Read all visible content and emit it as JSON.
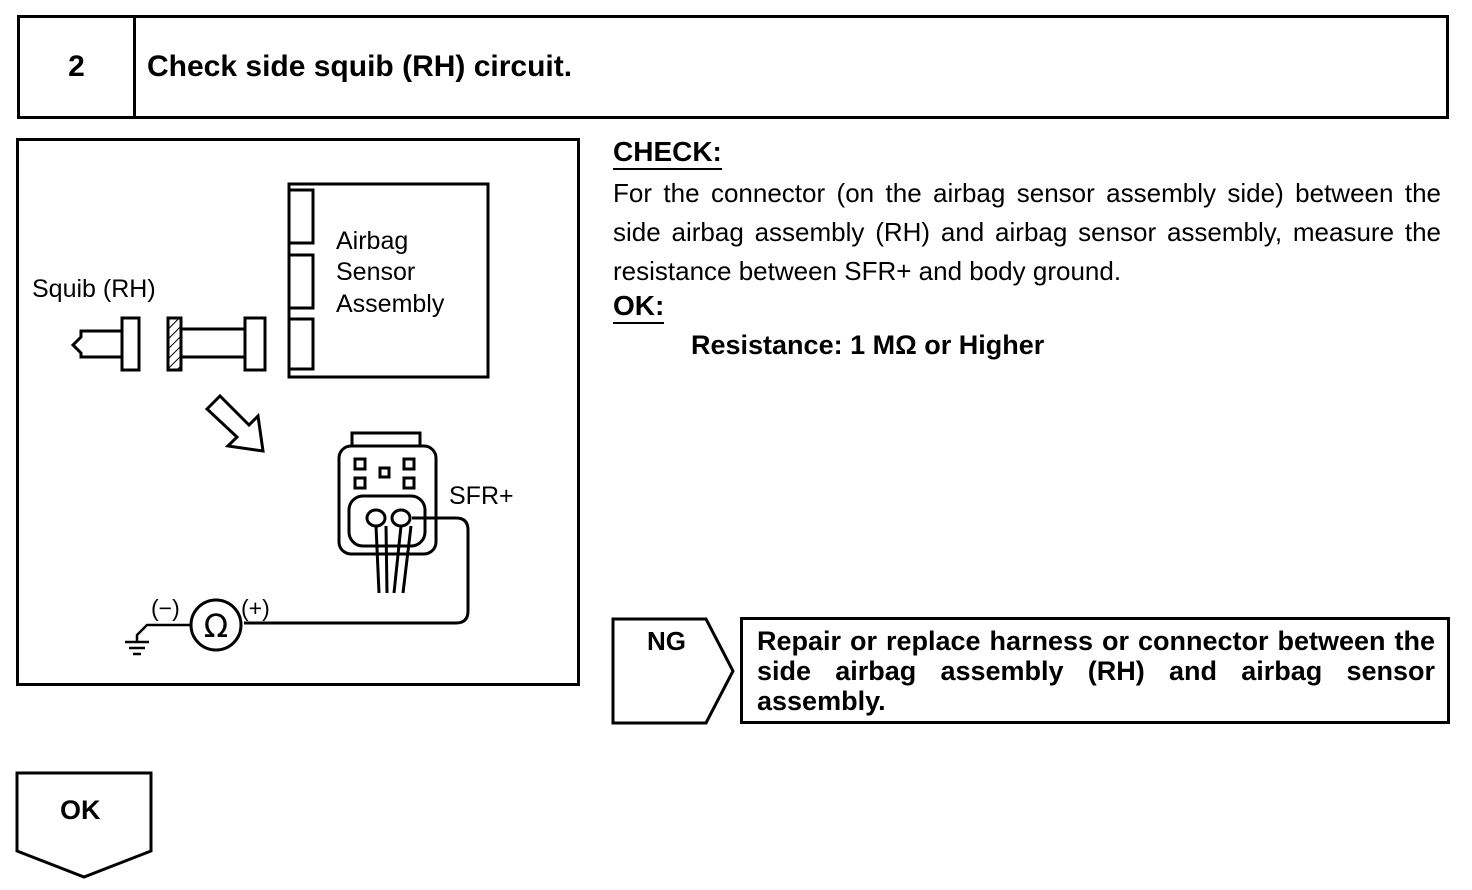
{
  "step": {
    "number": "2",
    "title": "Check side squib (RH) circuit."
  },
  "figure": {
    "squib_label": "Squib (RH)",
    "sensor_label_line1": "Airbag",
    "sensor_label_line2": "Sensor",
    "sensor_label_line3": "Assembly",
    "terminal_label": "SFR+",
    "meter_symbol": "Ω",
    "meter_minus": "(−)",
    "meter_plus": "(+)",
    "icons": [
      "squib-connector-icon",
      "airbag-sensor-icon",
      "hollow-arrow-icon",
      "connector-face-icon",
      "ohmmeter-icon",
      "ground-icon"
    ]
  },
  "check": {
    "heading": "CHECK:",
    "text": "For the connector (on the airbag sensor assembly side) between the side airbag assembly (RH) and airbag sensor assembly, measure the resistance between SFR+ and body ground."
  },
  "ok": {
    "heading": "OK:",
    "spec": "Resistance: 1 MΩ or Higher"
  },
  "ng": {
    "label": "NG",
    "remedy": "Repair or replace harness or connector between the side airbag assembly (RH) and airbag sensor assembly."
  },
  "ok_flow": {
    "label": "OK"
  }
}
